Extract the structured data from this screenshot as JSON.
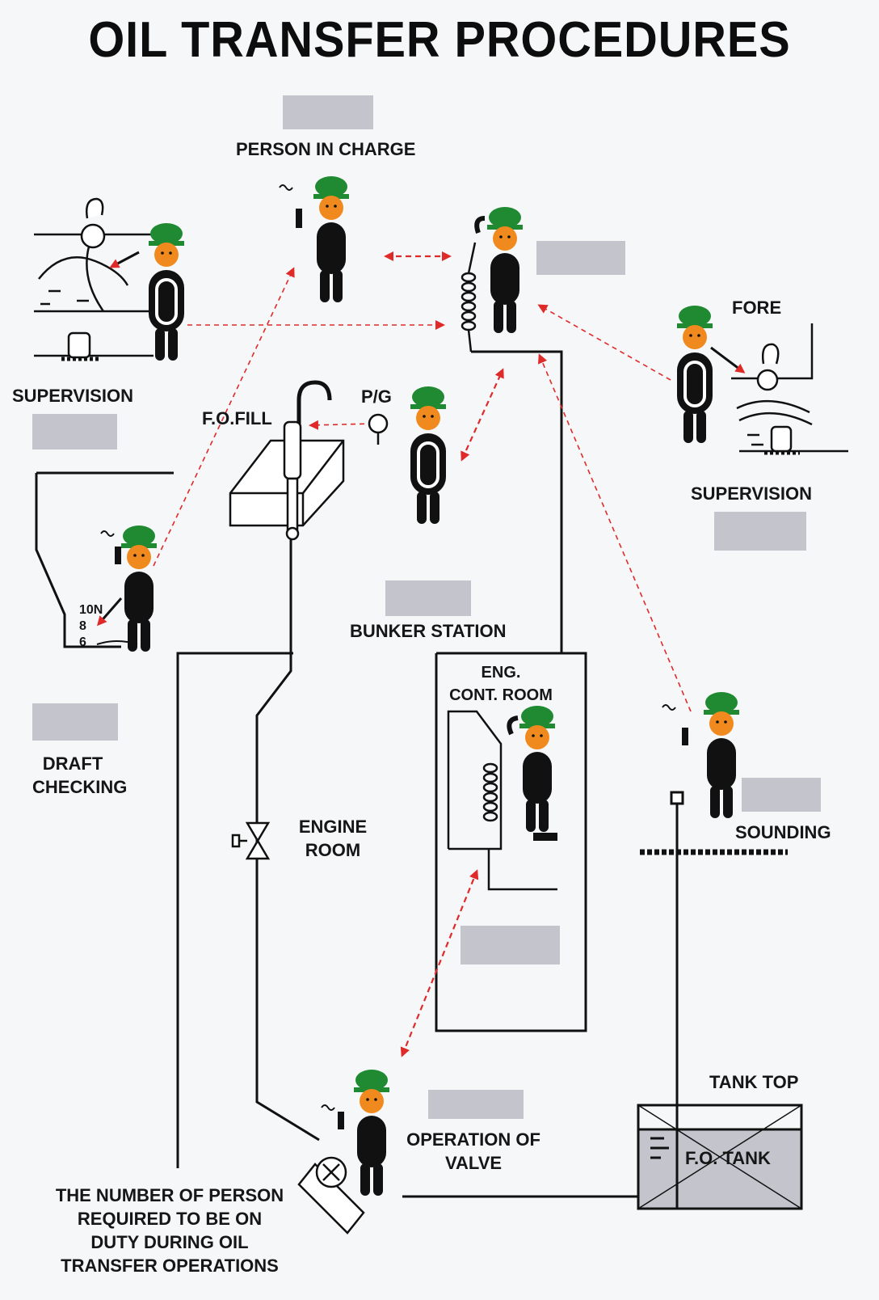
{
  "title": "OIL TRANSFER PROCEDURES",
  "labels": {
    "person_in_charge": "PERSON IN CHARGE",
    "supervision_aft": "SUPERVISION",
    "fore": "FORE",
    "supervision_fore": "SUPERVISION",
    "fo_fill": "F.O.FILL",
    "pg": "P/G",
    "bunker_station": "BUNKER STATION",
    "draft_marks": [
      "10N",
      "8",
      "6"
    ],
    "draft_checking": [
      "DRAFT",
      "CHECKING"
    ],
    "eng_cont_room": [
      "ENG.",
      "CONT. ROOM"
    ],
    "engine_room": [
      "ENGINE",
      "ROOM"
    ],
    "sounding": "SOUNDING",
    "tank_top": "TANK TOP",
    "fo_tank": "F.O. TANK",
    "operation_of_valve": [
      "OPERATION OF",
      "VALVE"
    ],
    "footnote": [
      "THE NUMBER OF PERSON",
      "REQUIRED TO BE ON",
      "DUTY DURING OIL",
      "TRANSFER OPERATIONS"
    ]
  },
  "colors": {
    "helmet": "#1f8a32",
    "face": "#f08a1e",
    "body": "#111111",
    "arrow": "#e02a2a",
    "placeholder": "#c4c5cc",
    "line": "#111111"
  }
}
